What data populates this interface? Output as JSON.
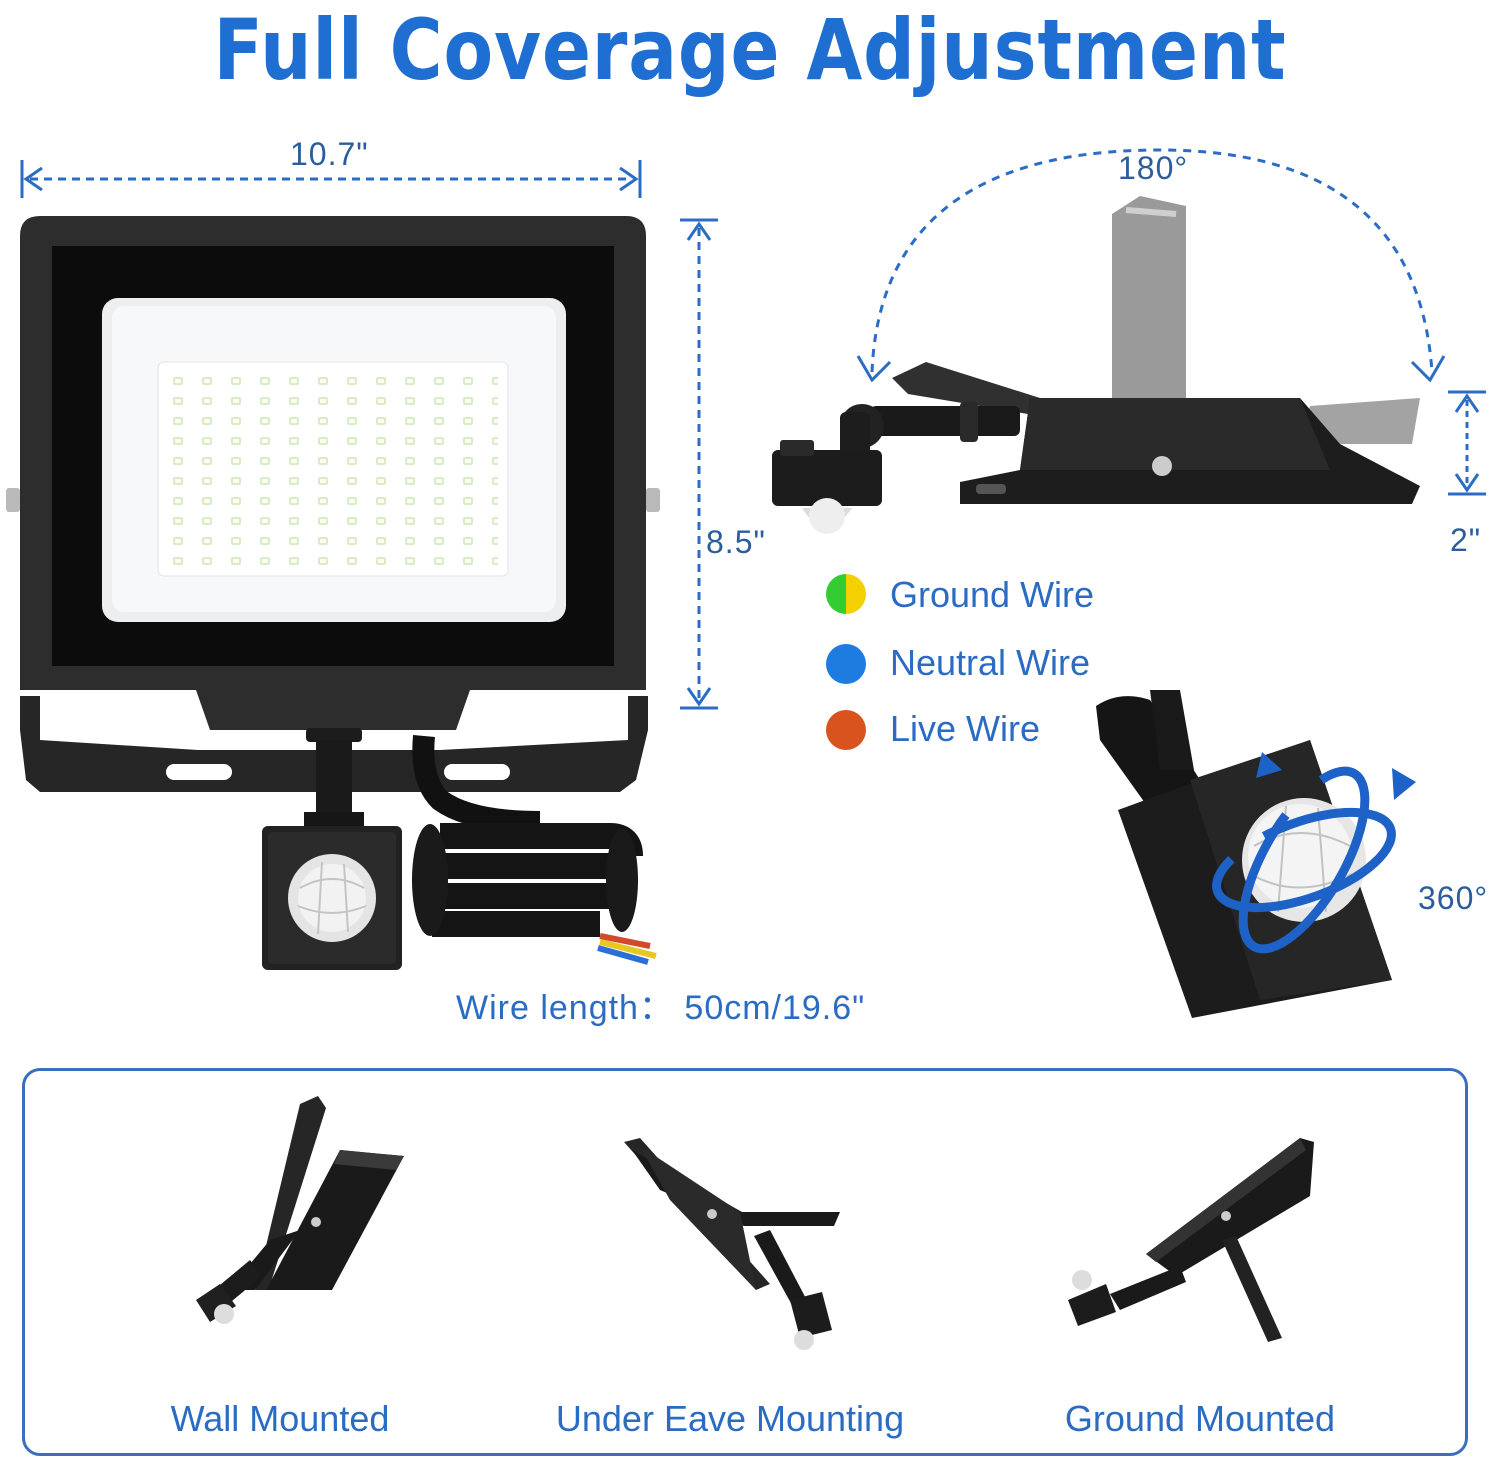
{
  "title": "Full Coverage Adjustment",
  "dimensions": {
    "width": "10.7\"",
    "height": "8.5\"",
    "depth": "2\"",
    "tilt_angle": "180°",
    "sensor_rotation": "360°"
  },
  "wire_length": "Wire length： 50cm/19.6\"",
  "legend": [
    {
      "label": "Ground Wire",
      "colors": [
        "#33cc33",
        "#f5d000"
      ]
    },
    {
      "label": "Neutral Wire",
      "colors": [
        "#1e7be0"
      ]
    },
    {
      "label": "Live Wire",
      "colors": [
        "#d9531e"
      ]
    }
  ],
  "mounting": [
    {
      "label": "Wall Mounted"
    },
    {
      "label": "Under Eave Mounting"
    },
    {
      "label": "Ground Mounted"
    }
  ],
  "colors": {
    "accent_blue": "#1e6fd1",
    "text_blue": "#2a6cc4",
    "housing": "#2a2a2a"
  }
}
